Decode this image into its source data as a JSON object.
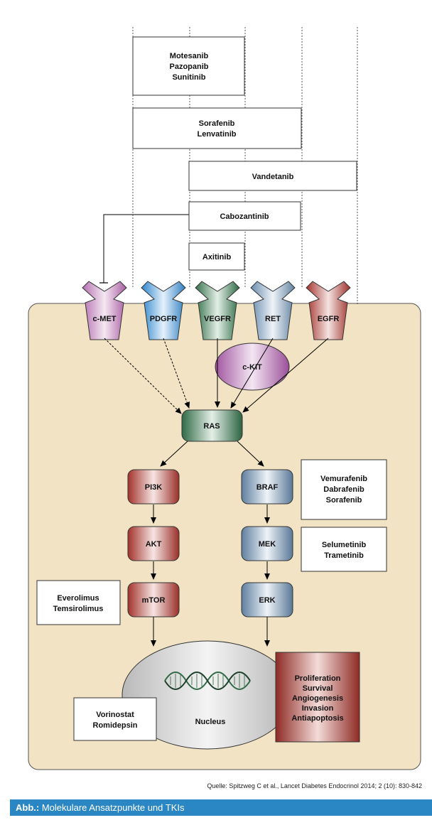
{
  "drug_boxes": {
    "motesanib": [
      "Motesanib",
      "Pazopanib",
      "Sunitinib"
    ],
    "sorafenib": [
      "Sorafenib",
      "Lenvatinib"
    ],
    "vandetanib": [
      "Vandetanib"
    ],
    "cabozantinib": [
      "Cabozantinib"
    ],
    "axitinib": [
      "Axitinib"
    ],
    "vemurafenib": [
      "Vemurafenib",
      "Dabrafenib",
      "Sorafenib"
    ],
    "selumetinib": [
      "Selumetinib",
      "Trametinib"
    ],
    "everolimus": [
      "Everolimus",
      "Temsirolimus"
    ],
    "vorinostat": [
      "Vorinostat",
      "Romidepsin"
    ]
  },
  "receptors": [
    "c-MET",
    "PDGFR",
    "VEGFR",
    "RET",
    "EGFR"
  ],
  "receptor_colors": [
    "#b06aa8",
    "#3a8fd0",
    "#3a7a50",
    "#6d8eb0",
    "#a83a34"
  ],
  "nodes": {
    "ckit": "c-KIT",
    "ras": "RAS",
    "pi3k": "PI3K",
    "akt": "AKT",
    "mtor": "mTOR",
    "braf": "BRAF",
    "mek": "MEK",
    "erk": "ERK",
    "nucleus": "Nucleus"
  },
  "outcomes": [
    "Proliferation",
    "Survival",
    "Angiogenesis",
    "Invasion",
    "Antiapoptosis"
  ],
  "source": "Quelle: Spitzweg C et al., Lancet Diabetes Endocrinol 2014; 2 (10): 830-842",
  "caption": {
    "prefix": "Abb.:",
    "text": " Molekulare Ansatzpunkte und TKIs"
  }
}
